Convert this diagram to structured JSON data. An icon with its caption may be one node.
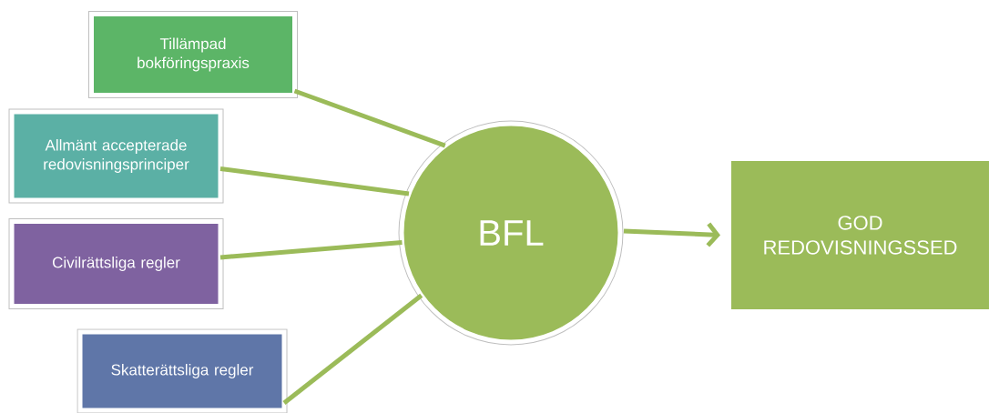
{
  "diagram": {
    "nodes": [
      {
        "text": [
          "Tillämpad bokföringspraxis"
        ]
      },
      {
        "text": [
          "Allmänt accepterade redovisningsprinciper"
        ]
      },
      {
        "text": [
          "Civilrättsliga regler"
        ]
      },
      {
        "text": [
          "Skatterättsliga regler"
        ]
      },
      {
        "text": [
          "BFL"
        ]
      },
      {
        "text": [
          "GOD REDOVISNINGSSED"
        ]
      }
    ],
    "edges": [
      {
        "from": 0,
        "to": 4,
        "arrow": "none"
      },
      {
        "from": 1,
        "to": 4,
        "arrow": "none"
      },
      {
        "from": 2,
        "to": 4,
        "arrow": "none"
      },
      {
        "from": 3,
        "to": 4,
        "arrow": "none"
      },
      {
        "from": 4,
        "to": 5,
        "arrow": "to"
      }
    ]
  }
}
